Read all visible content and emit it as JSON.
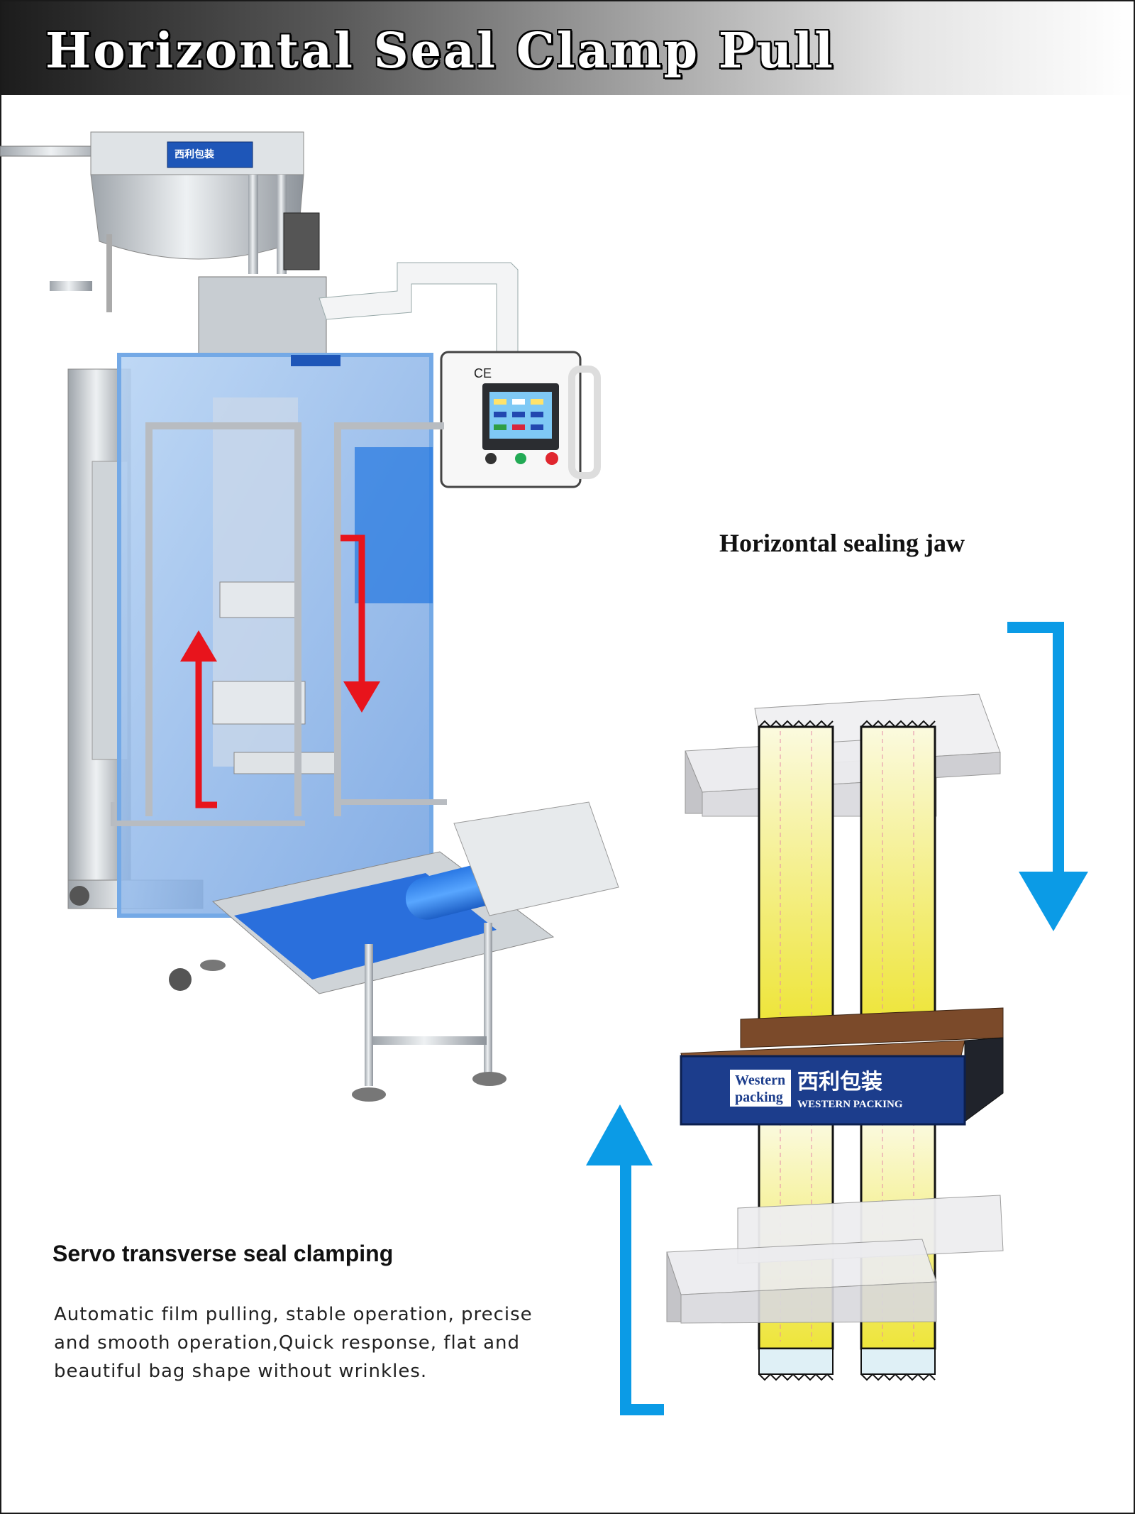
{
  "header": {
    "title": "Horizontal Seal Clamp Pull"
  },
  "labels": {
    "jaw": "Horizontal sealing jaw",
    "servo": "Servo transverse seal clamping"
  },
  "description": {
    "lines": [
      "Automatic film pulling, stable operation, precise",
      "and smooth operation,Quick response, flat and",
      "beautiful bag shape without wrinkles."
    ]
  },
  "branding": {
    "western": "Western",
    "packing": "packing",
    "chinese": "西利包装",
    "english": "WESTERN PACKING",
    "ce_mark": "CE"
  },
  "colors": {
    "accent_blue": "#0b9be6",
    "arrow_red": "#e8141c",
    "brand_navy": "#1c3d8c",
    "film_yellow": "#f1ea55",
    "jaw_brown": "#7b4a2a"
  }
}
